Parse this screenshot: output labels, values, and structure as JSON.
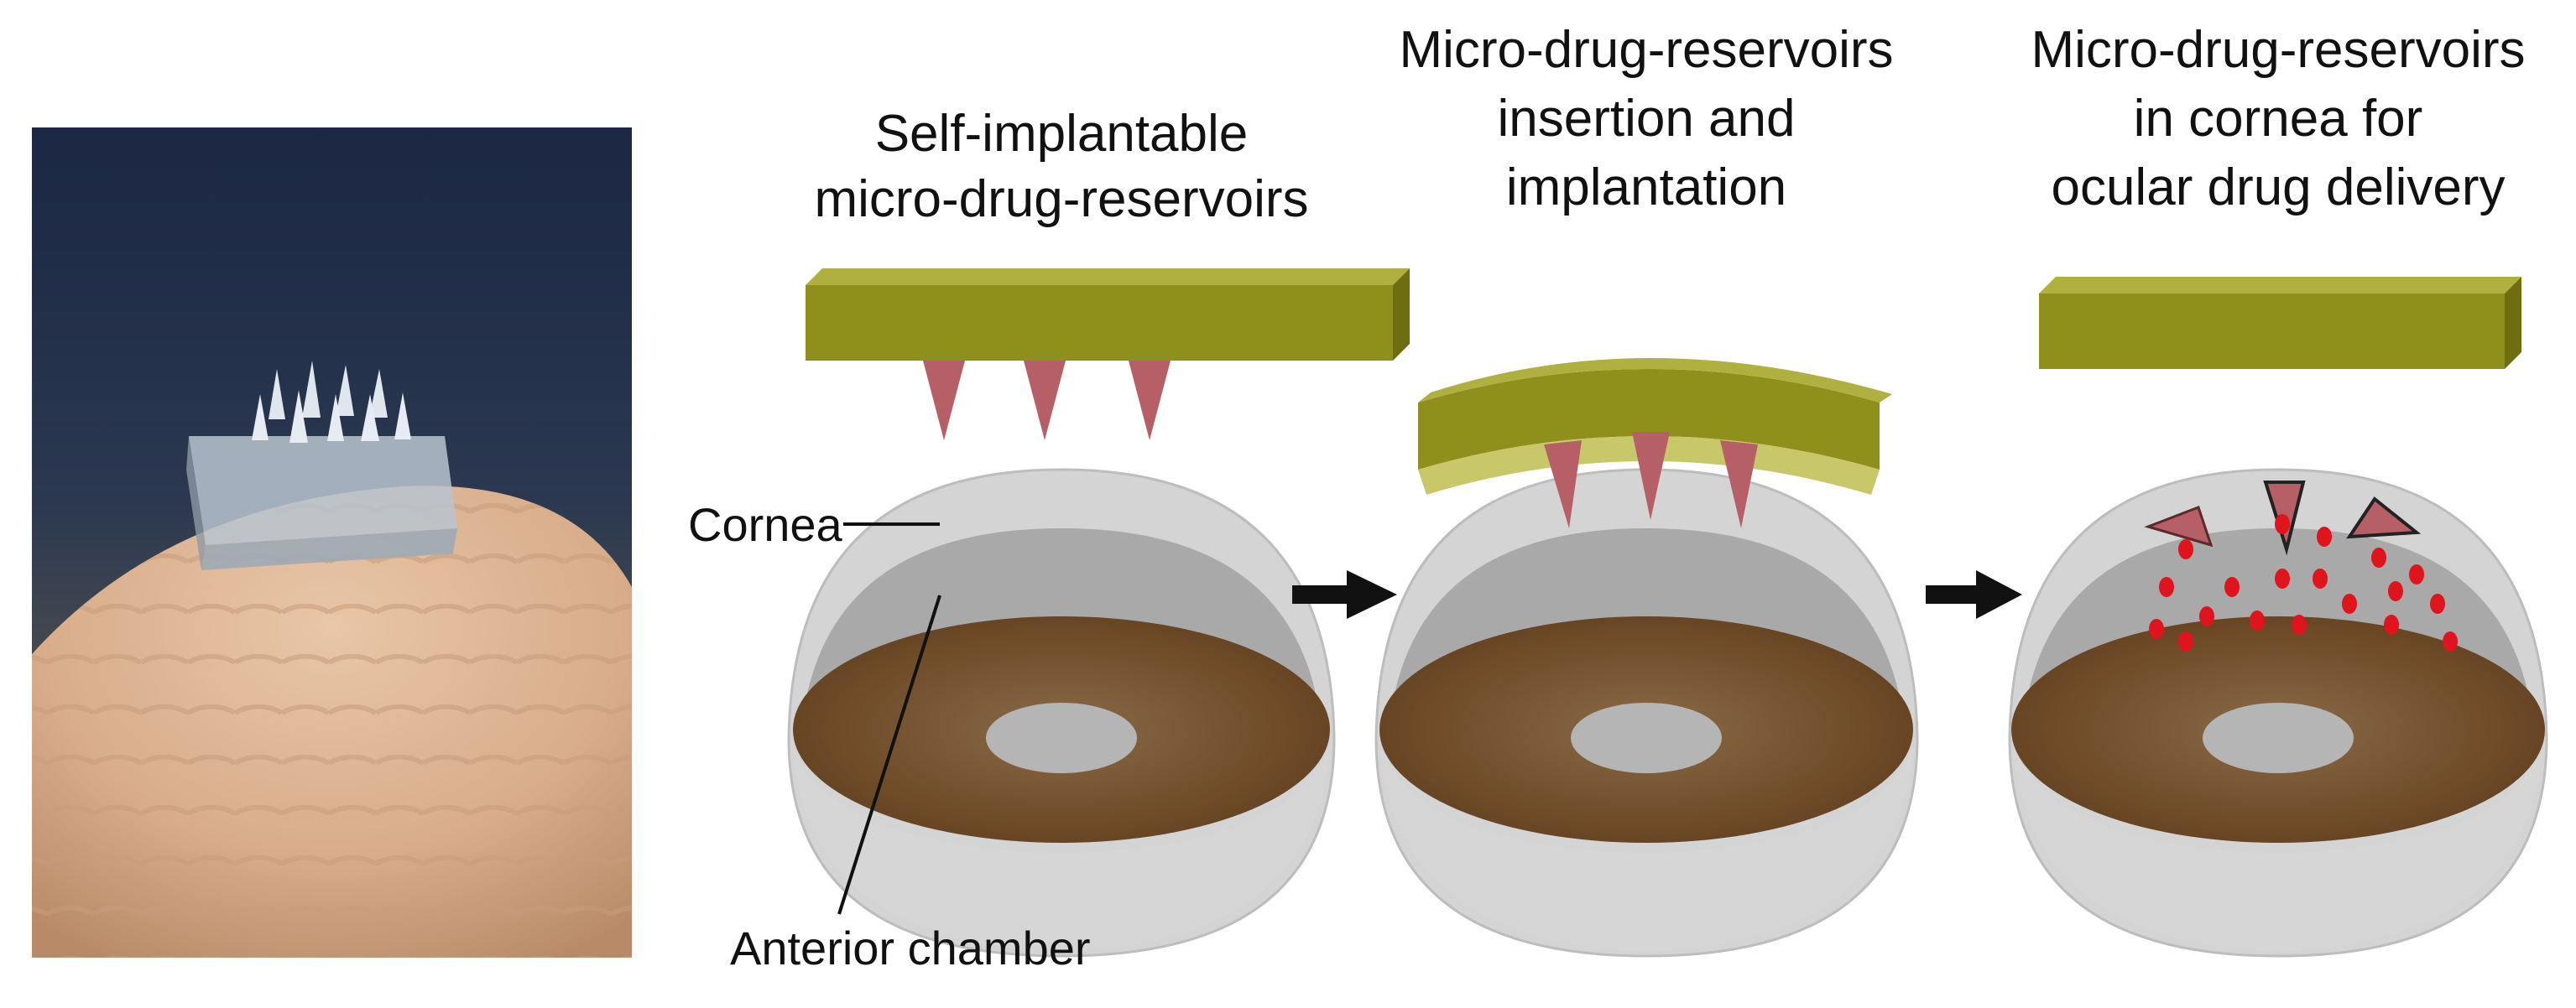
{
  "panels": [
    {
      "title_lines": [
        "Self-implantable",
        "micro-drug-reservoirs"
      ]
    },
    {
      "title_lines": [
        "Micro-drug-reservoirs",
        "insertion and",
        "implantation"
      ]
    },
    {
      "title_lines": [
        "Micro-drug-reservoirs",
        "in cornea for",
        "ocular drug delivery"
      ]
    }
  ],
  "labels": {
    "cornea": "Cornea",
    "anterior_chamber": "Anterior chamber"
  },
  "colors": {
    "patch_green": "#8f8f1c",
    "patch_light": "#c8c86a",
    "needle": "#b65f66",
    "drug_dot": "#e0141c",
    "iris_brown": "#6b4726",
    "cornea_gray": "#cfcfcf",
    "skin": "#d9b394",
    "background_dark": "#22304a"
  }
}
